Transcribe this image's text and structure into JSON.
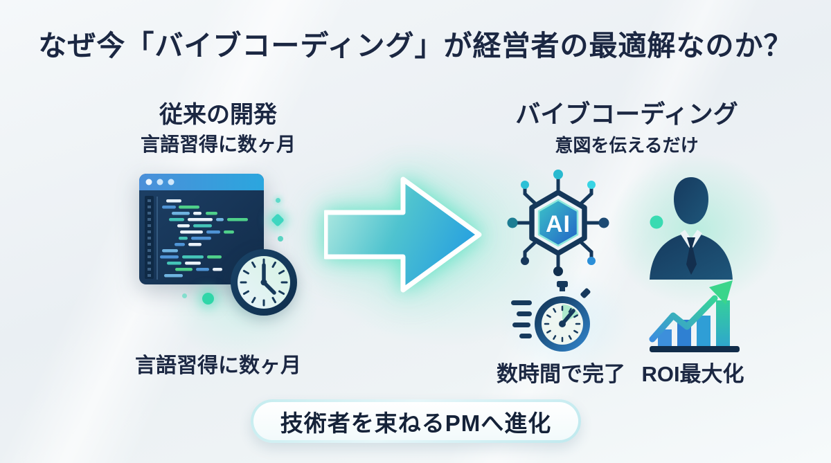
{
  "title": "なぜ今「バイブコーディング」が経営者の最適解なのか？",
  "left_column": {
    "heading": "従来の開発",
    "subheading": "言語習得に数ヶ月",
    "caption": "言語習得に数ヶ月",
    "icons": [
      "code-editor-icon",
      "clock-icon"
    ]
  },
  "arrow": {
    "icon": "right-arrow-icon",
    "direction": "right"
  },
  "right_column": {
    "heading": "バイブコーディング",
    "subheading": "意図を伝えるだけ",
    "ai_badge": "AI",
    "icons": [
      "ai-network-icon",
      "businessman-icon"
    ],
    "benefits": [
      {
        "icon": "stopwatch-icon",
        "label": "数時間で完了"
      },
      {
        "icon": "bar-chart-growth-icon",
        "label": "ROI最大化"
      }
    ]
  },
  "footer_badge": "技術者を束ねるPMへ進化",
  "colors": {
    "text_navy": "#1b2742",
    "illustration_navy": "#16395c",
    "accent_teal": "#3ed5b0",
    "accent_blue": "#2d9fdc",
    "background": "#eef2f6"
  }
}
